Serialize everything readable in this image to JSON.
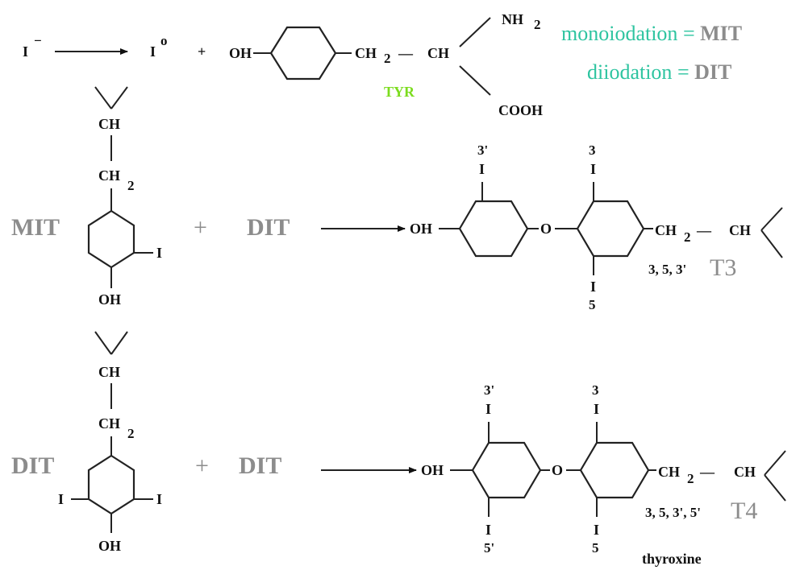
{
  "colors": {
    "accent": "#2ec4a0",
    "tyr": "#7cdc1e",
    "grey": "#8c8c8c",
    "ink": "#111111"
  },
  "reaction1": {
    "iodide": "I",
    "iodide_charge": "−",
    "iodine": "I",
    "iodine_mark": "o",
    "plus": "+",
    "oh": "OH",
    "ch2": "CH",
    "sub2": "2",
    "dash": "—",
    "ch": "CH",
    "nh2": "NH",
    "nh2_sub": "2",
    "cooh": "COOH",
    "tyr_label": "TYR"
  },
  "legend": {
    "mono_text": "monoiodation",
    "mono_eq": " = ",
    "mono_abbr": "MIT",
    "di_text": "diiodation",
    "di_eq": " = ",
    "di_abbr": "DIT"
  },
  "reaction2": {
    "left_label": "MIT",
    "plus": "+",
    "right_label": "DIT",
    "ch": "CH",
    "ch2": "CH",
    "sub2": "2",
    "iodine": "I",
    "oh": "OH",
    "p_oh": "OH",
    "p_o": "O",
    "p_ch2": "CH",
    "p_sub2": "2",
    "p_dash": "—",
    "p_ch": "CH",
    "pos3p": "3'",
    "i_top_left": "I",
    "pos3": "3",
    "i_top_right": "I",
    "i_bottom_right": "I",
    "pos5": "5",
    "positions": "3, 5, 3'",
    "product": "T3"
  },
  "reaction3": {
    "left_label": "DIT",
    "plus": "+",
    "right_label": "DIT",
    "ch": "CH",
    "ch2": "CH",
    "sub2": "2",
    "iodine_left": "I",
    "iodine_right": "I",
    "oh": "OH",
    "p_oh": "OH",
    "p_o": "O",
    "p_ch2": "CH",
    "p_sub2": "2",
    "p_dash": "—",
    "p_ch": "CH",
    "pos3p": "3'",
    "i_top_left": "I",
    "pos3": "3",
    "i_top_right": "I",
    "i_bottom_left": "I",
    "pos5p": "5'",
    "i_bottom_right": "I",
    "pos5": "5",
    "positions": "3, 5, 3', 5'",
    "product": "T4",
    "product_name": "thyroxine"
  }
}
